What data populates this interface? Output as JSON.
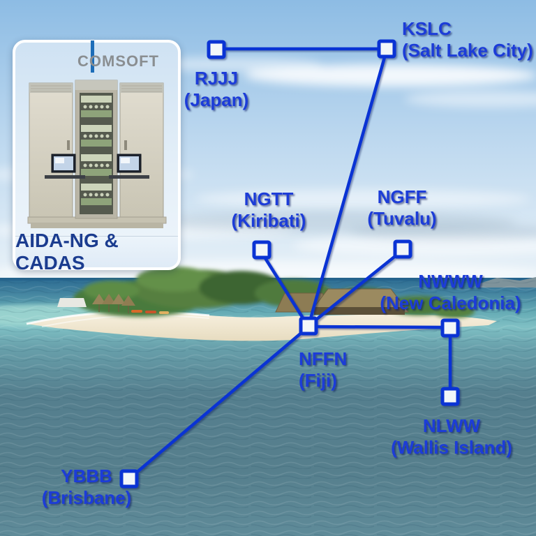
{
  "inset": {
    "logo_text": "COMSOFT",
    "caption": "AIDA-NG & CADAS"
  },
  "network": {
    "nodes": [
      {
        "code": "RJJJ",
        "region": "(Japan)"
      },
      {
        "code": "KSLC",
        "region": "(Salt Lake City)"
      },
      {
        "code": "NGTT",
        "region": "(Kiribati)"
      },
      {
        "code": "NGFF",
        "region": "(Tuvalu)"
      },
      {
        "code": "NWWW",
        "region": "(New Caledonia)"
      },
      {
        "code": "NFFN",
        "region": "(Fiji)"
      },
      {
        "code": "NLWW",
        "region": "(Wallis Island)"
      },
      {
        "code": "YBBB",
        "region": "(Brisbane)"
      }
    ],
    "links": [
      [
        "RJJJ",
        "KSLC"
      ],
      [
        "KSLC",
        "NFFN"
      ],
      [
        "NGTT",
        "NFFN"
      ],
      [
        "NGFF",
        "NFFN"
      ],
      [
        "NFFN",
        "NWWW"
      ],
      [
        "NWWW",
        "NLWW"
      ],
      [
        "NFFN",
        "YBBB"
      ]
    ],
    "colors": {
      "line": "#0a33d4",
      "label": "#1c3cd8",
      "node_fill": "#f2f6f9",
      "caption_navy": "#1b3c8f",
      "logo_gray": "#8a8e91",
      "logo_bar_blue": "#1d6db8"
    }
  }
}
